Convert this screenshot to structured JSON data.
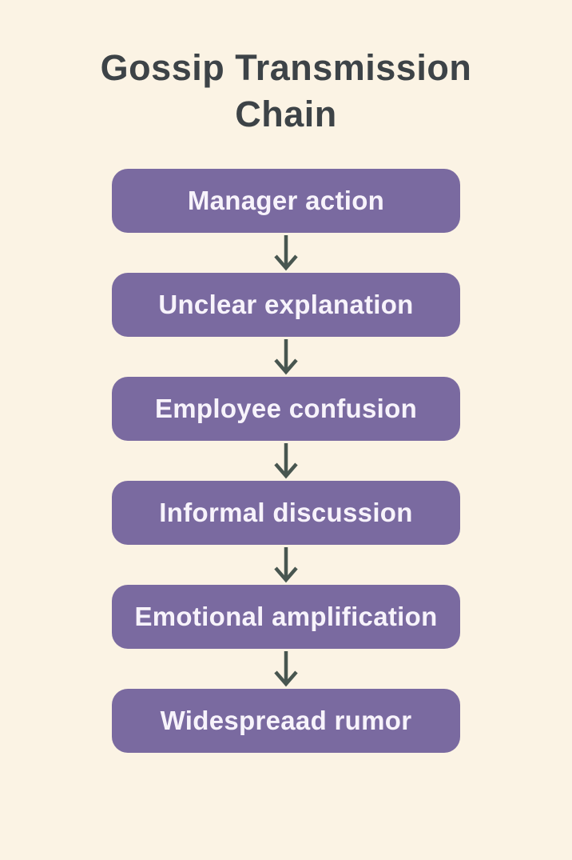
{
  "diagram": {
    "title": "Gossip Transmission Chain"
  },
  "steps": [
    {
      "label": "Manager action"
    },
    {
      "label": "Unclear explanation"
    },
    {
      "label": "Employee confusion"
    },
    {
      "label": "Informal discussion"
    },
    {
      "label": "Emotional amplification"
    },
    {
      "label": "Widespreaad rumor"
    }
  ],
  "icons": [
    {
      "name": "down-arrow-icon",
      "meaning": "flow to next step"
    }
  ],
  "colors": {
    "background": "#fbf3e4",
    "box_fill": "#7a6aa0",
    "box_text": "#f7f3fb",
    "title_text": "#3d4347",
    "arrow": "#485650"
  }
}
